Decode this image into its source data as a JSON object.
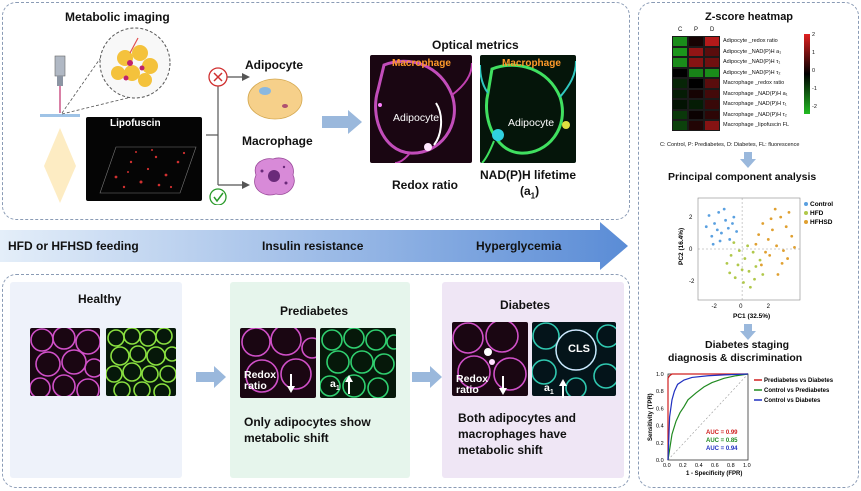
{
  "top": {
    "metabolic_imaging": "Metabolic imaging",
    "lipofuscin": "Lipofuscin",
    "adipocyte": "Adipocyte",
    "macrophage": "Macrophage",
    "optical_metrics": "Optical metrics",
    "micro_macrophage_1": "Macrophage",
    "micro_adipocyte_1": "Adipocyte",
    "micro_macrophage_2": "Macrophage",
    "micro_adipocyte_2": "Adipocyte",
    "redox_ratio": "Redox ratio",
    "nadph_lifetime": "NAD(P)H lifetime",
    "a1": "(a",
    "a1_sub": "1",
    "a1_close": ")"
  },
  "arrow_band": {
    "label1": "HFD or HFHSD feeding",
    "label2": "Insulin resistance",
    "label3": "Hyperglycemia"
  },
  "bottom": {
    "healthy": "Healthy",
    "prediabetes": "Prediabetes",
    "diabetes": "Diabetes",
    "redox": "Redox",
    "ratio": "ratio",
    "a_label": "a",
    "a_sub": "1",
    "cls": "CLS",
    "prediabetes_desc": "Only adipocytes show metabolic shift",
    "diabetes_desc": "Both adipocytes and macrophages have metabolic shift"
  },
  "heatmap": {
    "title": "Z-score heatmap",
    "col_labels": [
      "C",
      "P",
      "D"
    ],
    "rows": [
      "Adipocyte _redox ratio",
      "Adipocyte _NAD(P)H a₁",
      "Adipocyte _NAD(P)H τ₁",
      "Adipocyte _NAD(P)H τ₂",
      "Macrophage _redox ratio",
      "Macrophage _NAD(P)H a₁",
      "Macrophage _NAD(P)H τ₁",
      "Macrophage _NAD(P)H τ₂",
      "Macrophage _lipofuscin FL"
    ],
    "values": [
      [
        -1.5,
        0.2,
        1.6
      ],
      [
        -1.6,
        1.3,
        0.8
      ],
      [
        -1.5,
        1.2,
        1.0
      ],
      [
        0.0,
        -1.4,
        -1.5
      ],
      [
        -0.4,
        0.0,
        0.8
      ],
      [
        -0.3,
        0.2,
        0.6
      ],
      [
        -0.2,
        -0.3,
        0.5
      ],
      [
        -0.6,
        0.1,
        0.4
      ],
      [
        -0.7,
        0.3,
        1.2
      ]
    ],
    "colorbar_ticks": [
      "2",
      "1",
      "0",
      "-1",
      "-2"
    ],
    "footnote": "C: Control, P: Prediabetes, D: Diabetes, FL: fluorescence",
    "colors": {
      "high": "#e02020",
      "mid": "#000000",
      "low": "#22bb22"
    }
  },
  "pca": {
    "title": "Principal component analysis",
    "xlabel": "PC1 (32.5%)",
    "ylabel": "PC2 (16.4%)",
    "xticks": [
      "-2",
      "0",
      "2"
    ],
    "yticks": [
      "2",
      "0",
      "-2"
    ],
    "legend": [
      {
        "name": "Control",
        "color": "#5aa0e0"
      },
      {
        "name": "HFD",
        "color": "#b0c84a"
      },
      {
        "name": "HFHSD",
        "color": "#e0a030"
      }
    ],
    "chart_data": {
      "type": "scatter",
      "xlim": [
        -3.2,
        4.2
      ],
      "ylim": [
        -3.2,
        3.2
      ],
      "series": [
        {
          "name": "Control",
          "points": [
            [
              -2.4,
              2.1
            ],
            [
              -2.0,
              1.6
            ],
            [
              -1.7,
              2.3
            ],
            [
              -1.5,
              1.0
            ],
            [
              -1.2,
              1.8
            ],
            [
              -2.2,
              0.8
            ],
            [
              -1.0,
              1.3
            ],
            [
              -0.6,
              2.0
            ],
            [
              -1.8,
              1.2
            ],
            [
              -0.9,
              0.6
            ],
            [
              -2.6,
              1.4
            ],
            [
              -1.3,
              2.5
            ],
            [
              -0.4,
              1.1
            ],
            [
              -2.1,
              0.3
            ],
            [
              -1.6,
              0.5
            ],
            [
              -0.7,
              1.6
            ]
          ]
        },
        {
          "name": "HFD",
          "points": [
            [
              -0.8,
              -0.4
            ],
            [
              -0.3,
              -1.0
            ],
            [
              0.2,
              -0.6
            ],
            [
              0.5,
              -1.4
            ],
            [
              -0.5,
              -1.8
            ],
            [
              0.8,
              -0.2
            ],
            [
              0.1,
              -2.1
            ],
            [
              -1.1,
              -0.9
            ],
            [
              1.0,
              -1.1
            ],
            [
              0.4,
              0.2
            ],
            [
              -0.2,
              -0.1
            ],
            [
              1.3,
              -0.7
            ],
            [
              0.6,
              -2.4
            ],
            [
              -0.9,
              -1.5
            ],
            [
              0.0,
              -1.3
            ],
            [
              1.5,
              -1.6
            ],
            [
              -0.6,
              0.4
            ],
            [
              0.9,
              -1.9
            ]
          ]
        },
        {
          "name": "HFHSD",
          "points": [
            [
              1.5,
              1.6
            ],
            [
              2.2,
              1.2
            ],
            [
              2.8,
              2.0
            ],
            [
              1.9,
              0.6
            ],
            [
              3.2,
              1.4
            ],
            [
              2.5,
              0.2
            ],
            [
              1.2,
              0.9
            ],
            [
              3.6,
              0.8
            ],
            [
              2.0,
              -0.4
            ],
            [
              2.9,
              -0.9
            ],
            [
              1.7,
              -0.2
            ],
            [
              3.4,
              2.3
            ],
            [
              2.4,
              2.5
            ],
            [
              3.0,
              -0.1
            ],
            [
              1.4,
              -1.0
            ],
            [
              2.6,
              -1.6
            ],
            [
              3.8,
              0.1
            ],
            [
              2.1,
              1.9
            ],
            [
              1.0,
              0.3
            ],
            [
              3.3,
              -0.6
            ]
          ]
        }
      ]
    }
  },
  "staging": {
    "title1": "Diabetes staging",
    "title2": "diagnosis & discrimination"
  },
  "roc": {
    "xlabel": "1 - Specificity (FPR)",
    "ylabel": "Sensitivity (TPR)",
    "xticks": [
      "0.0",
      "0.2",
      "0.4",
      "0.6",
      "0.8",
      "1.0"
    ],
    "yticks": [
      "0.0",
      "0.2",
      "0.4",
      "0.6",
      "0.8",
      "1.0"
    ],
    "legend": [
      {
        "name": "Prediabetes vs Diabetes",
        "color": "#d02020"
      },
      {
        "name": "Control vs Prediabetes",
        "color": "#208a20"
      },
      {
        "name": "Control vs Diabetes",
        "color": "#2030c0"
      }
    ],
    "auc": [
      {
        "text": "AUC = 0.99",
        "color": "#d02020"
      },
      {
        "text": "AUC = 0.85",
        "color": "#208a20"
      },
      {
        "text": "AUC = 0.94",
        "color": "#2030c0"
      }
    ],
    "chart_data": {
      "type": "line",
      "xlim": [
        0,
        1
      ],
      "ylim": [
        0,
        1
      ],
      "series": [
        {
          "name": "Prediabetes vs Diabetes",
          "x": [
            0,
            0,
            0.02,
            0.05,
            0.1,
            1.0
          ],
          "y": [
            0,
            0.95,
            0.98,
            1.0,
            1.0,
            1.0
          ]
        },
        {
          "name": "Control vs Prediabetes",
          "x": [
            0,
            0.05,
            0.1,
            0.15,
            0.2,
            0.25,
            0.35,
            0.45,
            0.55,
            0.7,
            0.85,
            1.0
          ],
          "y": [
            0,
            0.3,
            0.45,
            0.55,
            0.62,
            0.7,
            0.78,
            0.85,
            0.9,
            0.95,
            0.98,
            1.0
          ]
        },
        {
          "name": "Control vs Diabetes",
          "x": [
            0,
            0.02,
            0.05,
            0.08,
            0.12,
            0.2,
            0.3,
            0.5,
            0.7,
            1.0
          ],
          "y": [
            0,
            0.5,
            0.7,
            0.8,
            0.88,
            0.93,
            0.96,
            0.98,
            0.99,
            1.0
          ]
        }
      ]
    }
  }
}
